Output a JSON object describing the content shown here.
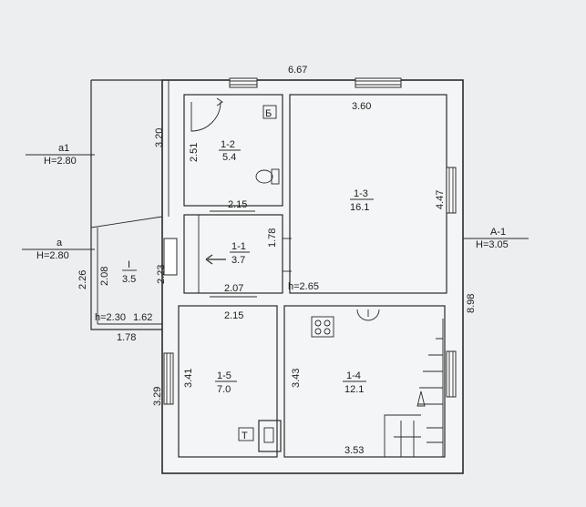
{
  "dimensions": {
    "overall_width": "6.67",
    "room_1_3_width": "3.60",
    "veranda_height": "3.20",
    "bath_height": "2.51",
    "corridor_width": "2.15",
    "room_1_3_height": "4.47",
    "corridor_height": "1.78",
    "outer_right": "8.98",
    "veranda_2_26": "2.26",
    "veranda_2_08": "2.08",
    "hall_2_23": "2.23",
    "hall_2_07": "2.07",
    "room_1_5_top": "2.15",
    "veranda_1_62": "1.62",
    "veranda_bottom": "1.78",
    "room_1_5_3_41": "3.41",
    "room_1_4_3_43": "3.43",
    "left_3_29": "3.29",
    "room_1_4_bottom": "3.53"
  },
  "rooms": [
    {
      "num": "1-2",
      "area": "5.4"
    },
    {
      "num": "1-3",
      "area": "16.1"
    },
    {
      "num": "1-1",
      "area": "3.7"
    },
    {
      "num": "I",
      "area": "3.5"
    },
    {
      "num": "1-5",
      "area": "7.0"
    },
    {
      "num": "1-4",
      "area": "12.1"
    }
  ],
  "heights": {
    "a1_label": "a1",
    "a1_h": "H=2.80",
    "a_label": "a",
    "a_h": "H=2.80",
    "A1_label": "A-1",
    "A1_h": "H=3.05",
    "h_265": "h=2.65",
    "h_230": "h=2.30"
  },
  "symbols": {
    "bath_marker": "Б",
    "stove_marker": "Т"
  },
  "icons": [
    "toilet-icon",
    "door-swing-icon",
    "stove-icon",
    "staircase-icon",
    "window-icon",
    "arrow-icon"
  ]
}
